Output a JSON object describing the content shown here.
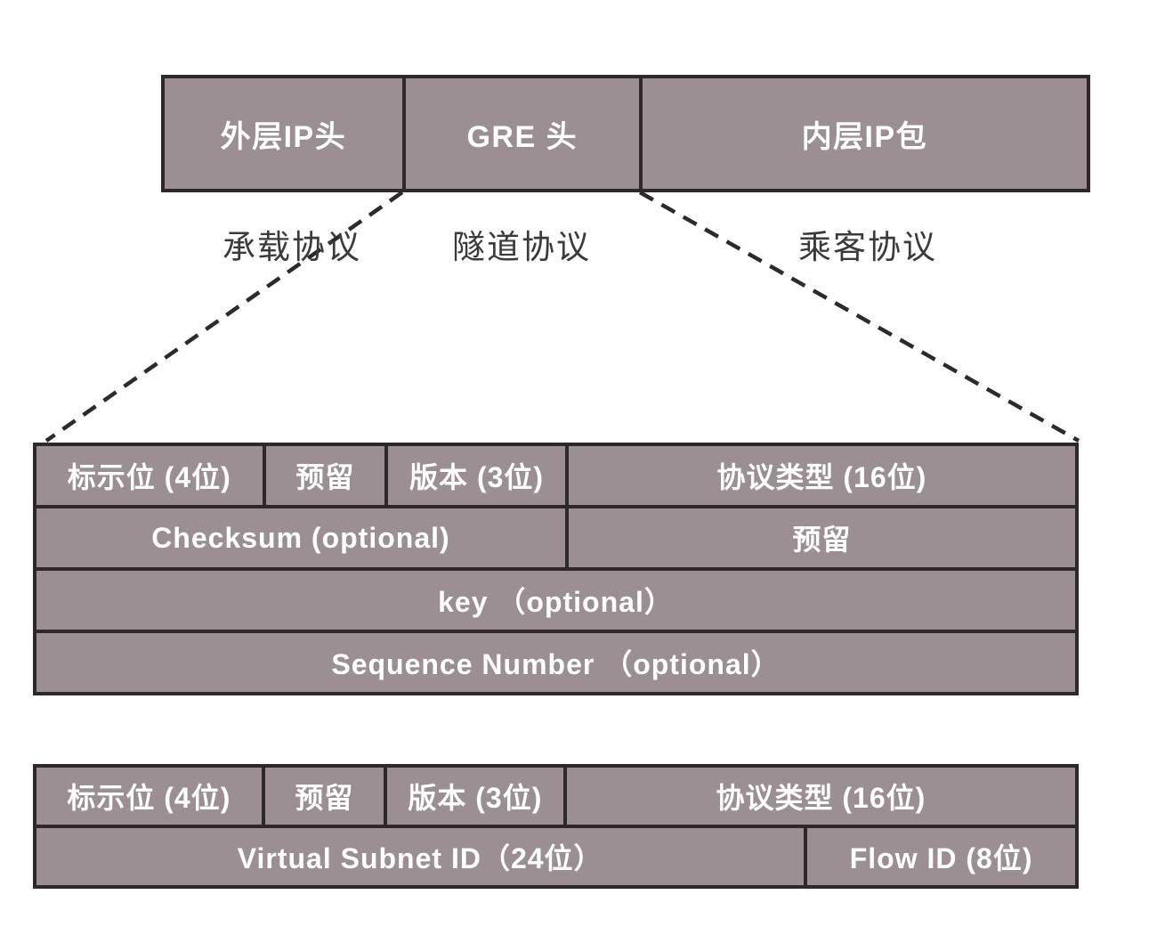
{
  "colors": {
    "cell_fill": "#9B8F93",
    "line": "#2D2A2C",
    "cell_text": "#FFFFFF",
    "label_text": "#3B3B3B",
    "background": "#FFFFFF"
  },
  "packet": {
    "segments": [
      {
        "label": "外层IP头"
      },
      {
        "label": "GRE 头"
      },
      {
        "label": "内层IP包"
      }
    ],
    "protocols": [
      {
        "label": "承载协议"
      },
      {
        "label": "隧道协议"
      },
      {
        "label": "乘客协议"
      }
    ]
  },
  "gre_header": {
    "flags": "标示位 (4位)",
    "reserved1": "预留",
    "version": "版本 (3位)",
    "protocol_type": "协议类型 (16位)",
    "checksum": "Checksum (optional)",
    "reserved2": "预留",
    "key": "key （optional）",
    "sequence_number": "Sequence Number （optional）"
  },
  "nvgre_header": {
    "flags": "标示位 (4位)",
    "reserved": "预留",
    "version": "版本 (3位)",
    "protocol_type": "协议类型 (16位)",
    "virtual_subnet_id": "Virtual Subnet ID（24位）",
    "flow_id": "Flow ID (8位)"
  }
}
